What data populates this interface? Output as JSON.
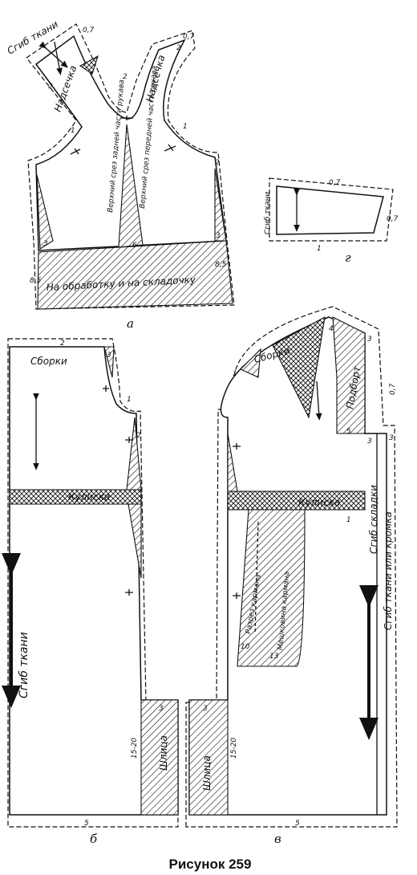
{
  "figure_a": {
    "subfig_label": "а",
    "fold_label": "Сгиб ткани",
    "notch_left": "Надсечка",
    "notch_right": "Надсечка",
    "back_sleeve_cut": "Верхний срез задней части рукава",
    "front_sleeve_cut": "Верхний срез передней части рукава",
    "facing_band": "На обработку и на складочку",
    "nums": {
      "n07a": "0,7",
      "n07b": "0,7",
      "n2a": "2",
      "n2b": "2",
      "n2c": "2",
      "n1a": "1",
      "n1b": "1",
      "n2d": "2",
      "n3a": "3",
      "n3b": "3",
      "n6": "6",
      "n85a": "8,5",
      "n85b": "8,5"
    }
  },
  "figure_g": {
    "subfig_label": "г",
    "fold_label": "Сгиб ткани",
    "nums": {
      "n07a": "0,7",
      "n07b": "0,7",
      "n1": "1"
    }
  },
  "figure_b": {
    "subfig_label": "б",
    "gathers": "Сборки",
    "drawstring": "Кулиска",
    "fold_label": "Сгиб ткани",
    "slit": "Шлица",
    "slit_range": "15-20",
    "nums": {
      "n2top": "2",
      "n3": "3",
      "n1": "1",
      "n2side": "2",
      "n3slit": "3",
      "n5bottom": "5"
    }
  },
  "figure_v": {
    "subfig_label": "в",
    "gathers": "Сборки",
    "drawstring": "Кулиска",
    "facing": "Подборт",
    "pocket_cut": "Разрез кармана",
    "pocket_bag": "Мешковина кармана",
    "fold_pleat": "Сгиб складки",
    "fold_or_selvage": "Сгиб ткани или кромка",
    "slit": "Шлица",
    "slit_range": "15-20",
    "nums": {
      "n4": "4",
      "n3a": "3",
      "n07": "0,7",
      "n1a": "1",
      "n5": "5",
      "n3b": "3",
      "n3c": "3",
      "n1b": "1",
      "n10": "10",
      "n13": "13",
      "n3slit": "3",
      "n5bottom": "5"
    }
  },
  "caption": "Рисунок 259"
}
